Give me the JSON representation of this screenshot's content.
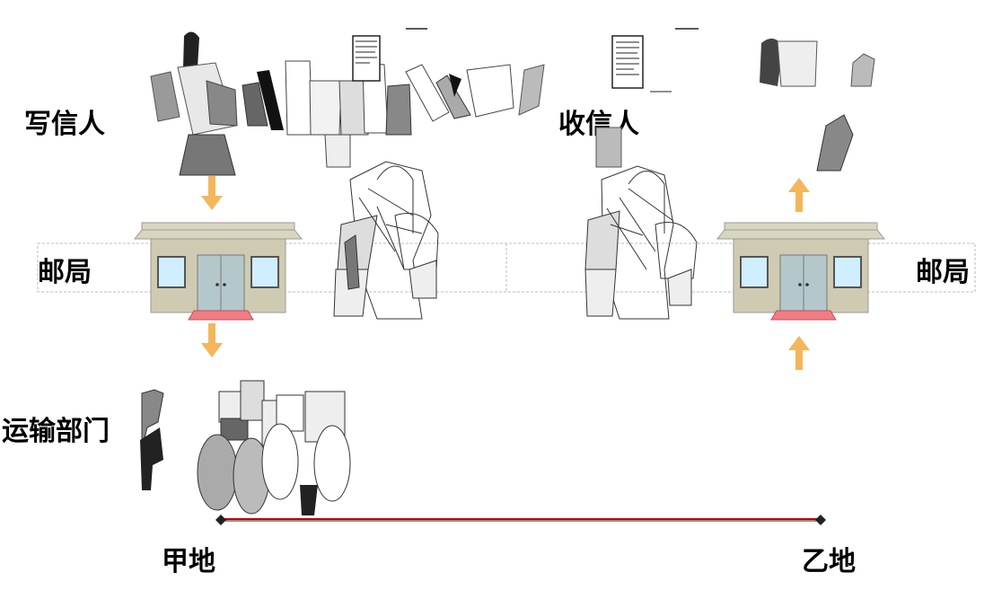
{
  "labels": {
    "writer": "写信人",
    "receiver": "收信人",
    "post_office_left": "邮局",
    "post_office_right": "邮局",
    "transport": "运输部门",
    "place_a": "甲地",
    "place_b": "乙地"
  },
  "colors": {
    "arrow": "#f5b55c",
    "route_line": "#c00000",
    "building_wall": "#cfcab2",
    "building_roof": "#d9d6c0",
    "door": "#b4c8cc",
    "window": "#cfeeff",
    "doormat": "#f07d84"
  },
  "icons": [
    "person-writing-icon",
    "letter-icon",
    "person-reading-icon",
    "post-office-icon",
    "mail-carrier-icon",
    "truck-icon",
    "arrow-down-icon",
    "arrow-up-icon"
  ]
}
